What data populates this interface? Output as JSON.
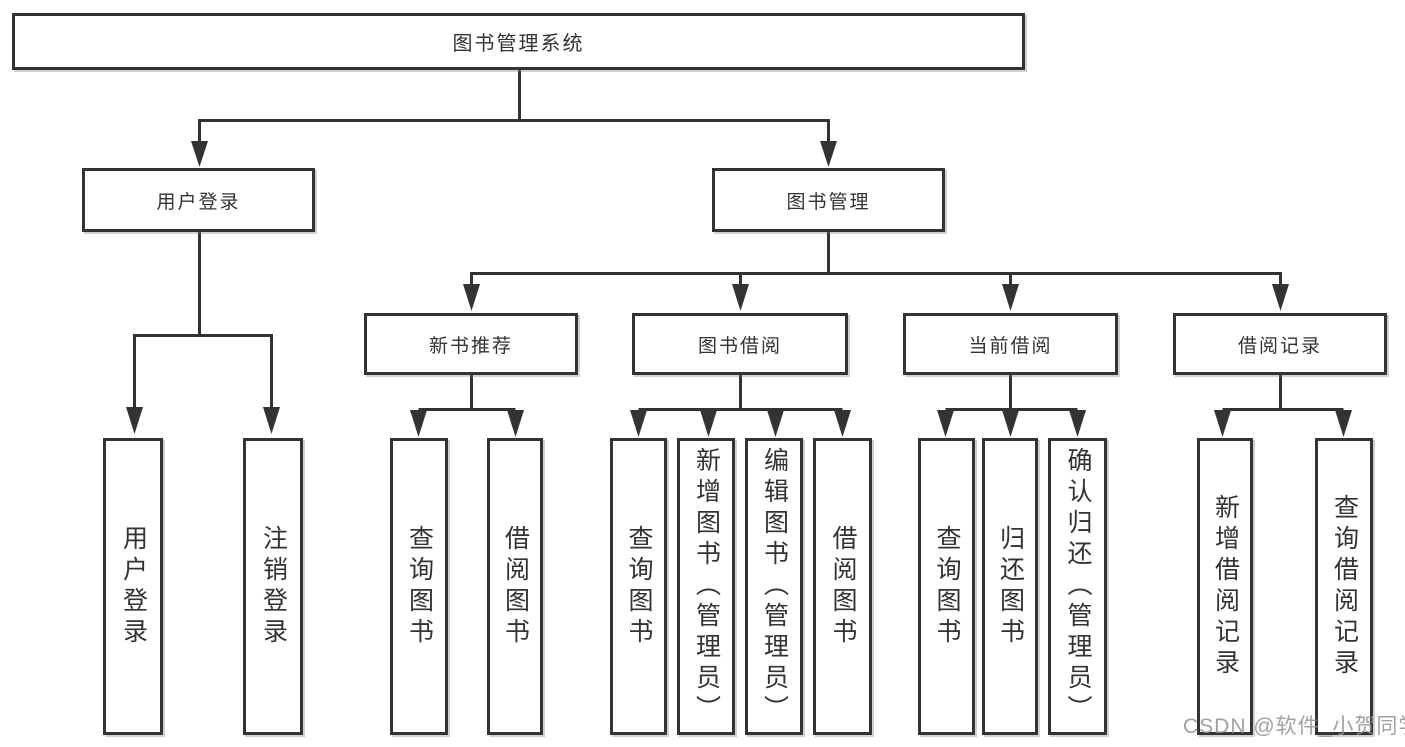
{
  "colors": {
    "line": "#333333",
    "box_border": "#333333",
    "box_background": "#ffffff",
    "text": "#333333",
    "watermark": "#919191"
  },
  "watermark": "CSDN @软件_小贺同学",
  "diagram": {
    "root": {
      "label": "图书管理系统"
    },
    "branches": [
      {
        "label": "用户登录",
        "children": [
          {
            "label": "用户登录"
          },
          {
            "label": "注销登录"
          }
        ]
      },
      {
        "label": "图书管理",
        "children": [
          {
            "label": "新书推荐",
            "children": [
              {
                "label": "查询图书"
              },
              {
                "label": "借阅图书"
              }
            ]
          },
          {
            "label": "图书借阅",
            "children": [
              {
                "label": "查询图书"
              },
              {
                "label": "新增图书（管理员）"
              },
              {
                "label": "编辑图书（管理员）"
              },
              {
                "label": "借阅图书"
              }
            ]
          },
          {
            "label": "当前借阅",
            "children": [
              {
                "label": "查询图书"
              },
              {
                "label": "归还图书"
              },
              {
                "label": "确认归还（管理员）"
              }
            ]
          },
          {
            "label": "借阅记录",
            "children": [
              {
                "label": "新增借阅记录"
              },
              {
                "label": "查询借阅记录"
              }
            ]
          }
        ]
      }
    ]
  }
}
